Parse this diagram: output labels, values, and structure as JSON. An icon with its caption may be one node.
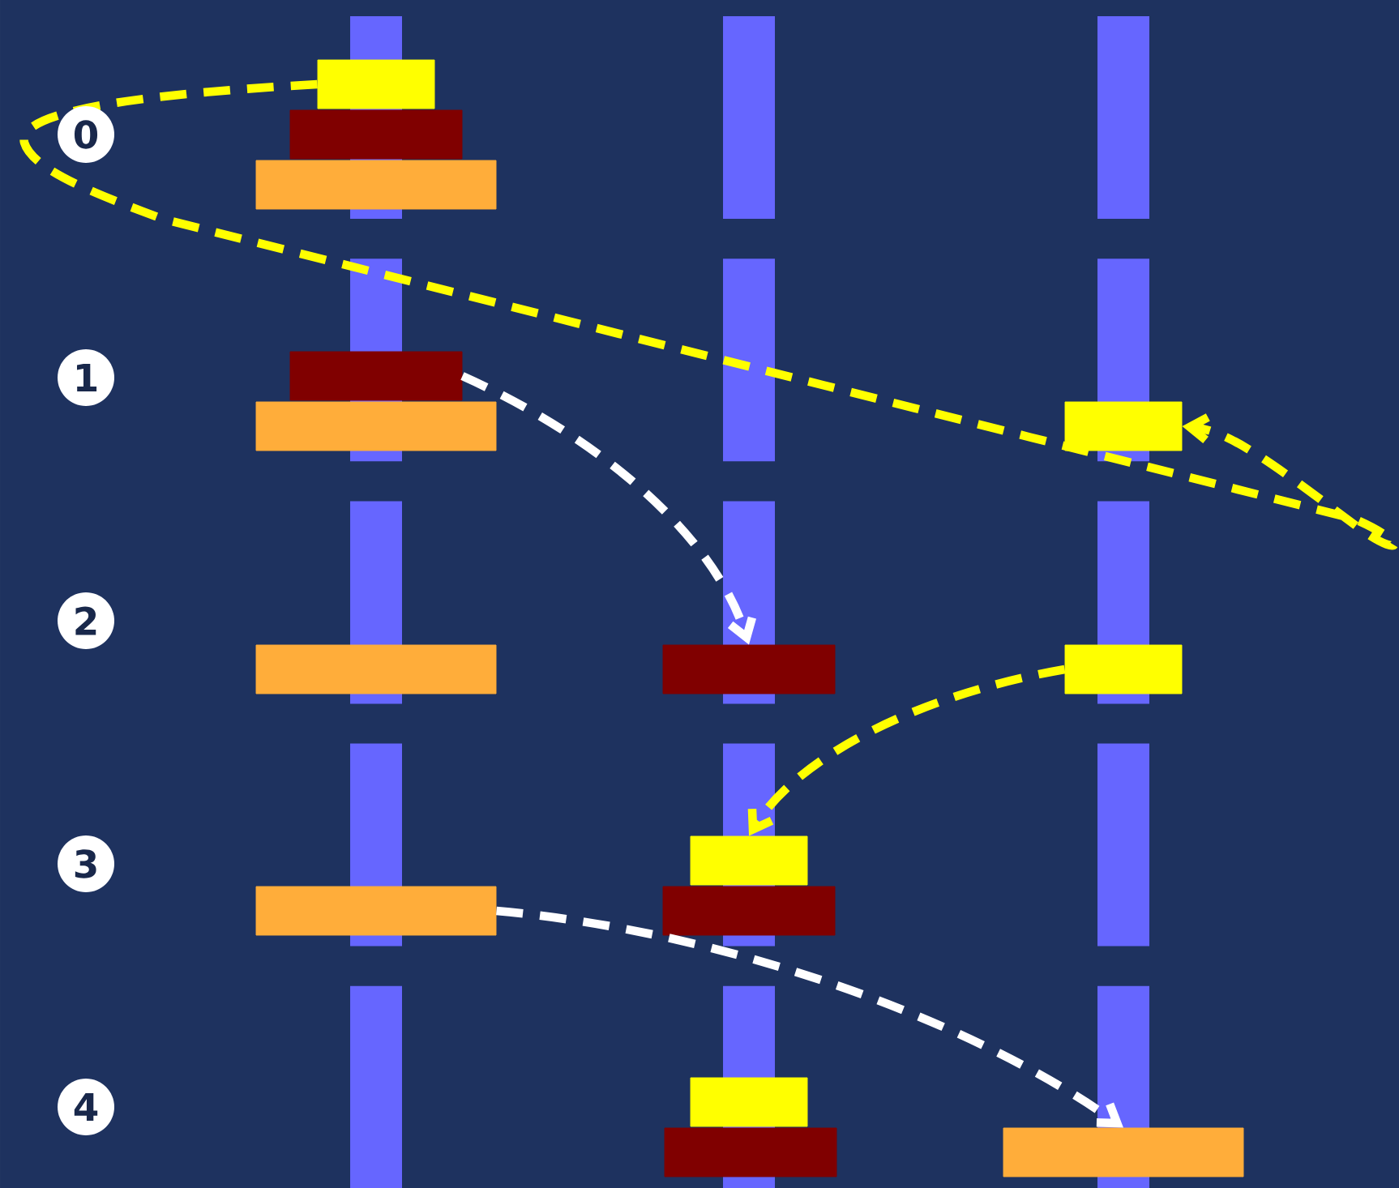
{
  "diagram": {
    "nodes": [
      {
        "text": [],
        "shape": "bar"
      },
      {
        "text": [],
        "shape": "bar"
      },
      {
        "text": [],
        "shape": "bar"
      },
      {
        "text": [],
        "shape": "bar"
      },
      {
        "text": [],
        "shape": "bar"
      },
      {
        "text": [],
        "shape": "bar"
      },
      {
        "text": [],
        "shape": "bar"
      },
      {
        "text": [],
        "shape": "bar"
      },
      {
        "text": [],
        "shape": "bar"
      },
      {
        "text": [],
        "shape": "bar"
      },
      {
        "text": [],
        "shape": "bar"
      },
      {
        "text": [],
        "shape": "bar"
      },
      {
        "text": [],
        "shape": "bar"
      },
      {
        "text": [],
        "shape": "bar"
      },
      {
        "text": [],
        "shape": "bar"
      }
    ],
    "edges": [
      {
        "from": 0,
        "to": 5,
        "arrow": "to",
        "style": "dashed",
        "color": "#ffff00"
      },
      {
        "from": 3,
        "to": 7,
        "arrow": "to",
        "style": "dashed",
        "color": "#ffffff"
      },
      {
        "from": 8,
        "to": 9,
        "arrow": "to",
        "style": "dashed",
        "color": "#ffff00"
      },
      {
        "from": 10,
        "to": 14,
        "arrow": "to",
        "style": "dashed",
        "color": "#ffffff"
      }
    ],
    "labels": [
      "0",
      "1",
      "2",
      "3",
      "4"
    ]
  }
}
